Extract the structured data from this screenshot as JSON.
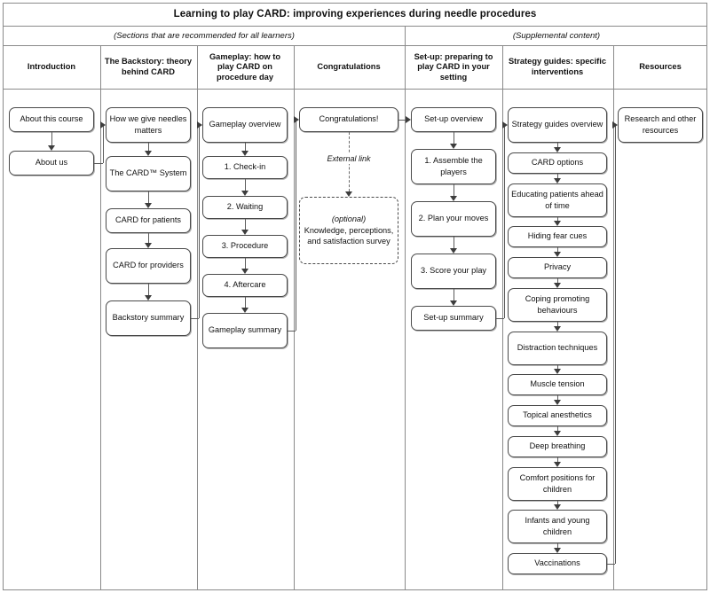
{
  "title": "Learning to play CARD: improving experiences during needle procedures",
  "sections": [
    {
      "id": "core",
      "label": "(Sections that are recommended for all learners)"
    },
    {
      "id": "supplemental",
      "label": "(Supplemental content)"
    }
  ],
  "link_label": "External link",
  "columns": [
    {
      "id": "introduction",
      "header": "Introduction",
      "nodes": [
        {
          "label": "About this course"
        },
        {
          "label": "About us"
        }
      ]
    },
    {
      "id": "backstory",
      "header": "The Backstory: theory behind CARD",
      "nodes": [
        {
          "label": "How we give needles matters"
        },
        {
          "label": "The CARD™ System"
        },
        {
          "label": "CARD for patients"
        },
        {
          "label": "CARD for providers"
        },
        {
          "label": "Backstory summary"
        }
      ]
    },
    {
      "id": "gameplay",
      "header": "Gameplay: how to play CARD on procedure day",
      "nodes": [
        {
          "label": "Gameplay overview"
        },
        {
          "label": "1. Check-in"
        },
        {
          "label": "2. Waiting"
        },
        {
          "label": "3. Procedure"
        },
        {
          "label": "4. Aftercare"
        },
        {
          "label": "Gameplay summary"
        }
      ]
    },
    {
      "id": "congratulations",
      "header": "Congratulations",
      "nodes": [
        {
          "label": "Congratulations!"
        },
        {
          "label": "(optional)",
          "label2": "Knowledge, perceptions, and satisfaction survey",
          "style": "dashed"
        }
      ]
    },
    {
      "id": "setup",
      "header": "Set-up: preparing to play CARD in your setting",
      "nodes": [
        {
          "label": "Set-up overview"
        },
        {
          "label": "1. Assemble the players"
        },
        {
          "label": "2. Plan your moves"
        },
        {
          "label": "3. Score your play"
        },
        {
          "label": "Set-up summary"
        }
      ]
    },
    {
      "id": "strategy",
      "header": "Strategy guides: specific interventions",
      "nodes": [
        {
          "label": "Strategy guides overview"
        },
        {
          "label": "CARD options"
        },
        {
          "label": "Educating patients ahead of time"
        },
        {
          "label": "Hiding fear cues"
        },
        {
          "label": "Privacy"
        },
        {
          "label": "Coping promoting behaviours"
        },
        {
          "label": "Distraction techniques"
        },
        {
          "label": "Muscle tension"
        },
        {
          "label": "Topical anesthetics"
        },
        {
          "label": "Deep breathing"
        },
        {
          "label": "Comfort positions for children"
        },
        {
          "label": "Infants and young children"
        },
        {
          "label": "Vaccinations"
        }
      ]
    },
    {
      "id": "resources",
      "header": "Resources",
      "nodes": [
        {
          "label": "Research and other resources"
        }
      ]
    }
  ],
  "colors": {
    "frame": "#8a8a8a",
    "node_border": "#4a4a4a",
    "connector": "#5b5b5b",
    "text": "#111111"
  }
}
